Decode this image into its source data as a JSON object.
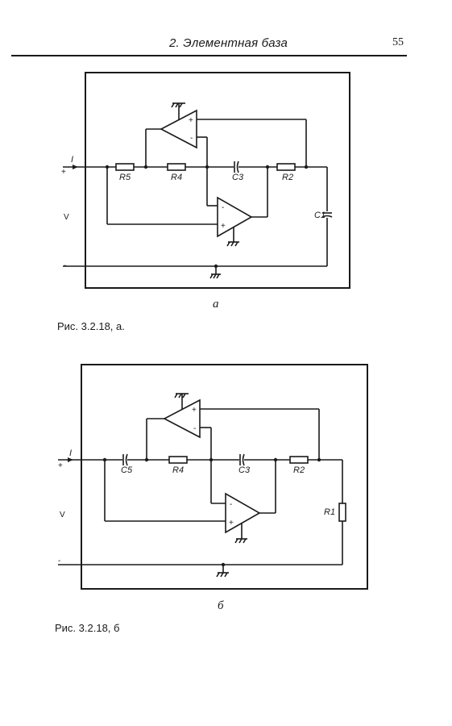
{
  "header": {
    "title": "2. Элементная база",
    "page_number": "55"
  },
  "figure_a": {
    "sublabel": "а",
    "caption": "Рис. 3.2.18, а.",
    "labels": {
      "current": "I",
      "plus": "+",
      "voltage": "V",
      "minus": "-",
      "r5": "R5",
      "r4": "R4",
      "c3": "C3",
      "r2": "R2",
      "c1": "C1"
    }
  },
  "figure_b": {
    "sublabel": "б",
    "caption": "Рис. 3.2.18, б",
    "labels": {
      "current": "I",
      "plus": "+",
      "voltage": "V",
      "minus": "-",
      "c5": "C5",
      "r4": "R4",
      "c3": "C3",
      "r2": "R2",
      "r1": "R1"
    }
  },
  "opamp_signs": {
    "plus": "+",
    "minus": "-"
  }
}
